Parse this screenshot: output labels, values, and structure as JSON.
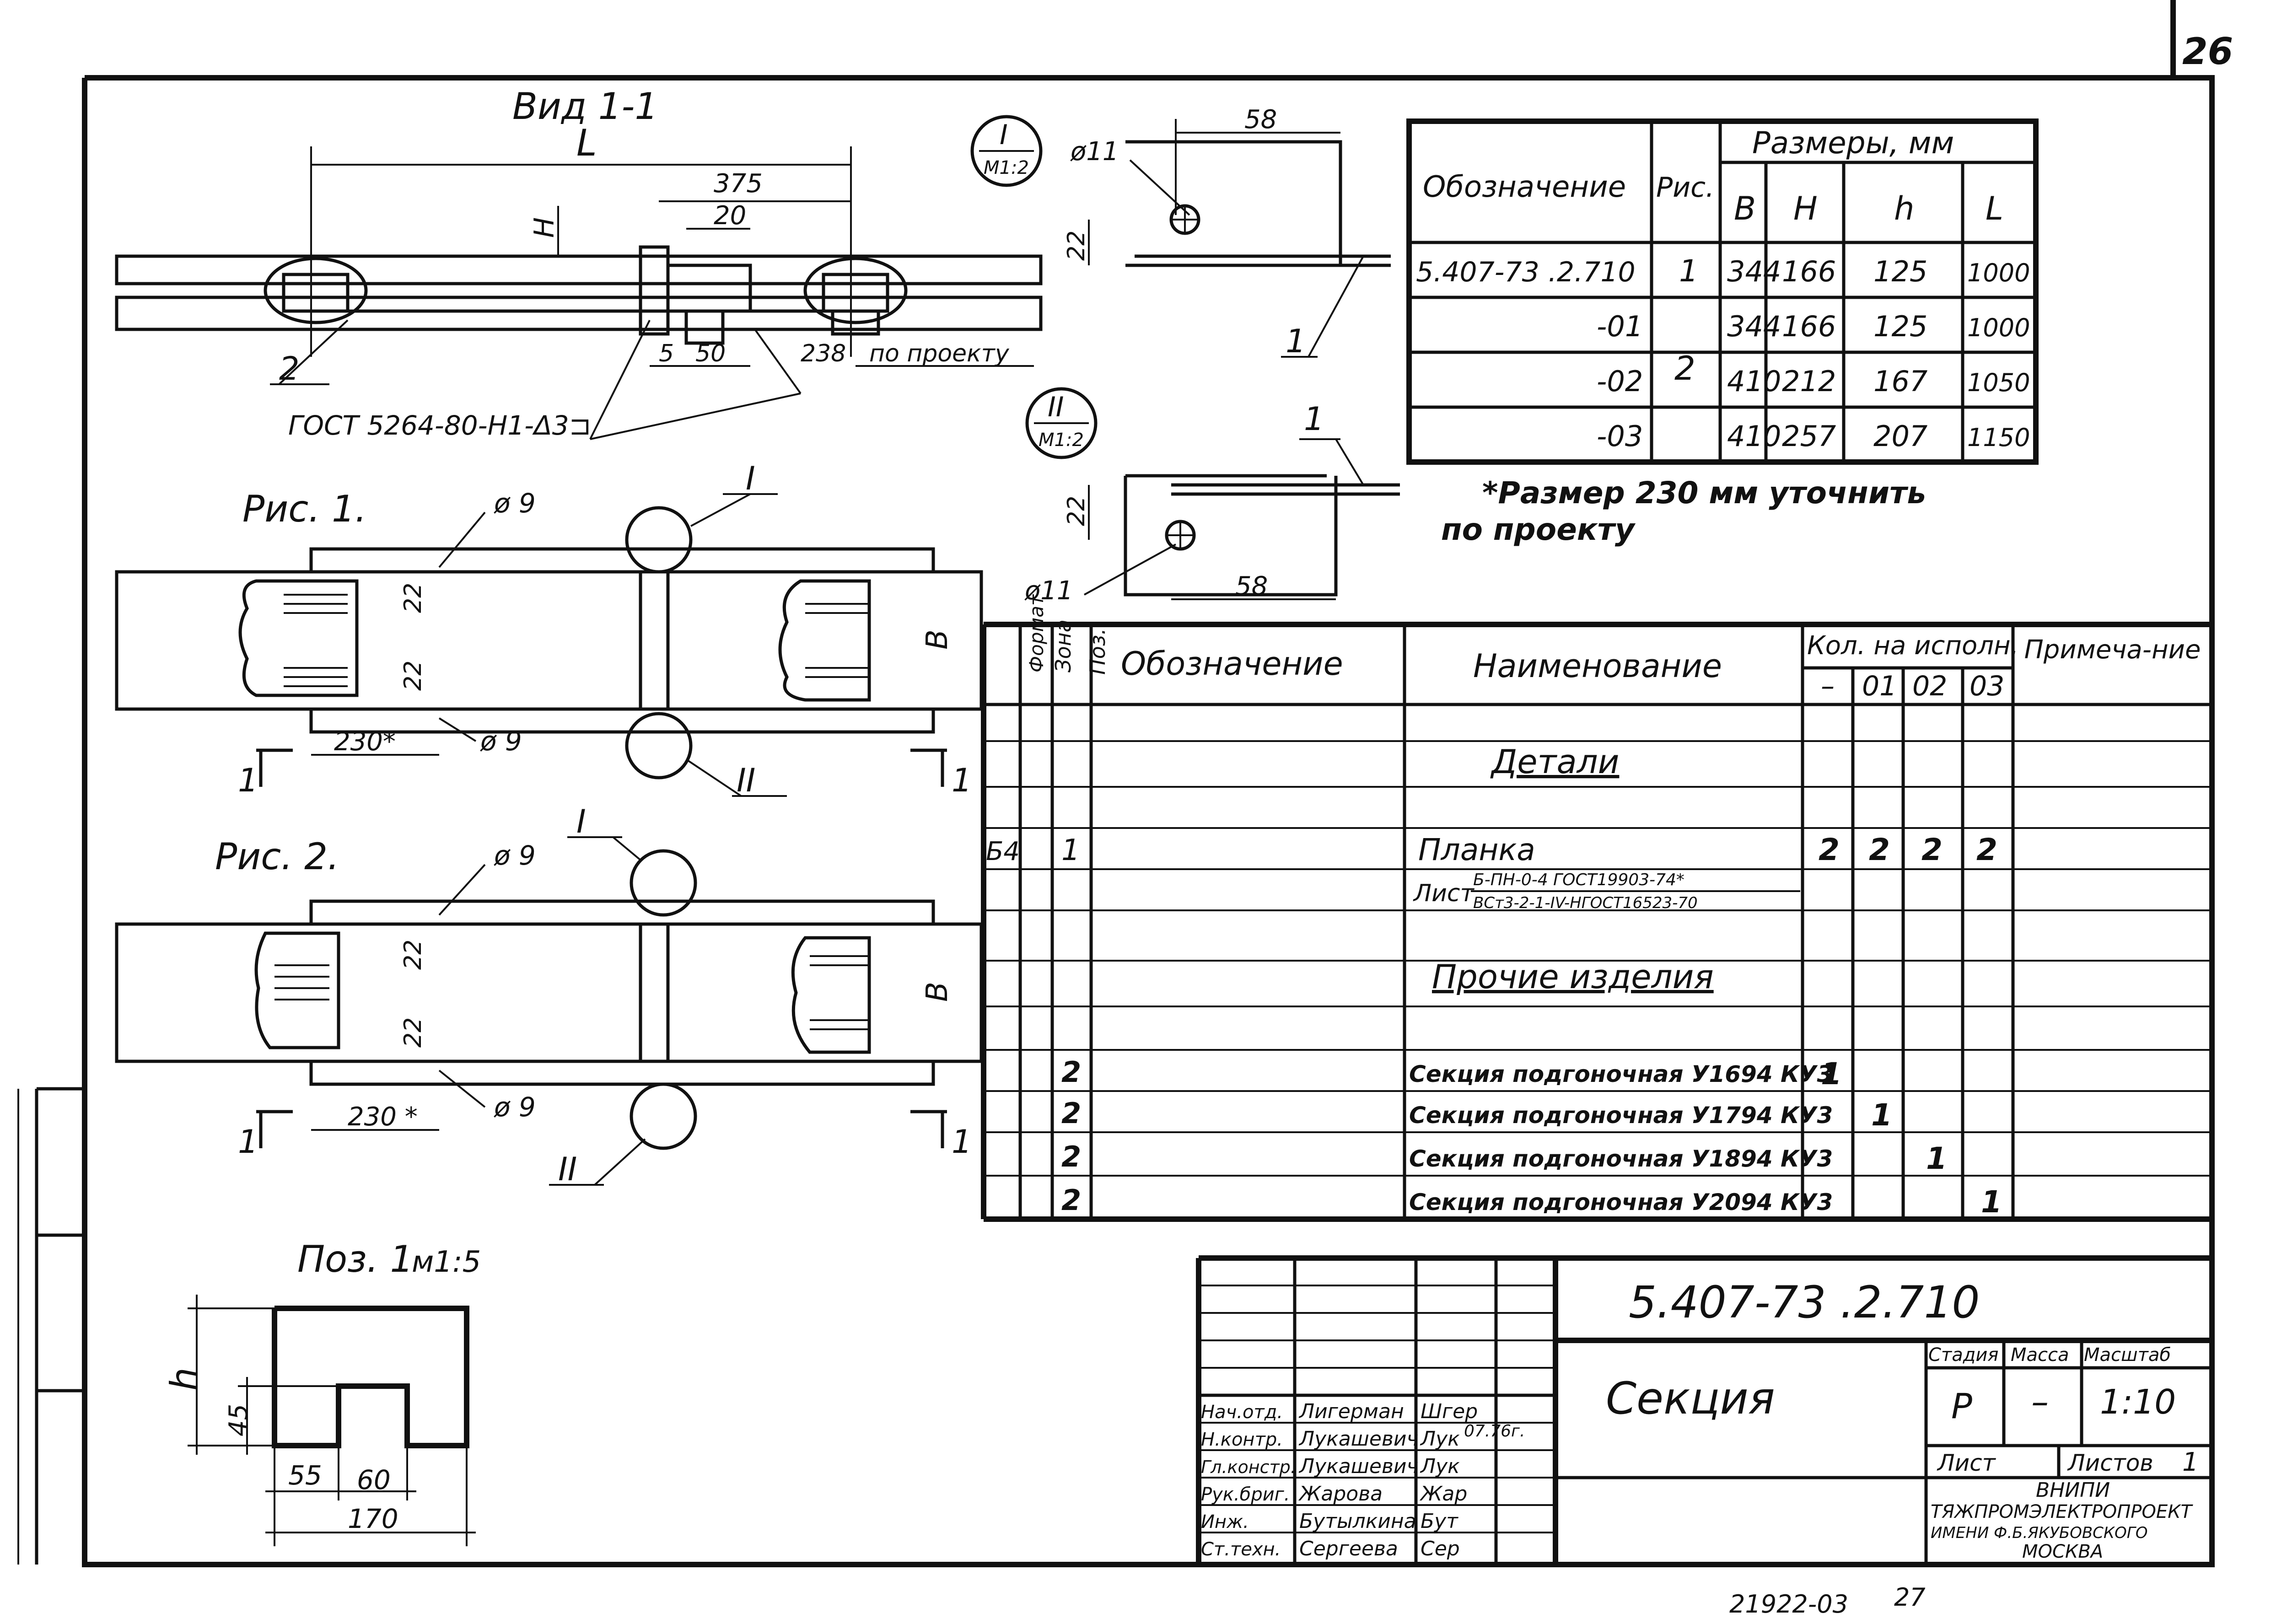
{
  "sheet": {
    "corner_number": "26",
    "bottom_code": "21922-03",
    "bottom_page": "27"
  },
  "views": {
    "view_title": "Вид 1-1",
    "fig1": "Рис. 1.",
    "fig2": "Рис. 2.",
    "pos1": "Поз. 1",
    "pos1_scale": "м1:5",
    "dim_L": "L",
    "dim_H": "H",
    "dim_B": "B",
    "dim_h": "h",
    "dim_375": "375",
    "dim_20": "20",
    "dim_5": "5",
    "dim_50": "50",
    "dim_238": "238",
    "po_proektu": "по проекту",
    "gost_weld": "ГОСТ 5264-80-Н1-Δ3⊐",
    "d9": "ø 9",
    "d11": "ø11",
    "dim_22": "22",
    "dim_230a": "230*",
    "dim_230b": "230 *",
    "dim_58": "58",
    "dim_45": "45",
    "dim_55": "55",
    "dim_60": "60",
    "dim_170": "170",
    "callout_1": "1",
    "callout_2": "2",
    "section_mark": "1",
    "node_I": "I",
    "node_II": "II",
    "node_scale": "М1:2"
  },
  "size_table": {
    "h_designation": "Обозначение",
    "h_fig": "Рис.",
    "h_sizes": "Размеры, мм",
    "h_cols": [
      "B",
      "H",
      "h",
      "L"
    ],
    "rows": [
      {
        "designation": "5.407-73 .2.710",
        "fig": "1",
        "B": "344",
        "H": "166",
        "h": "125",
        "L": "1000"
      },
      {
        "designation": "-01",
        "fig": "2",
        "B": "344",
        "H": "166",
        "h": "125",
        "L": "1000"
      },
      {
        "designation": "-02",
        "fig": "",
        "B": "410",
        "H": "212",
        "h": "167",
        "L": "1050"
      },
      {
        "designation": "-03",
        "fig": "",
        "B": "410",
        "H": "257",
        "h": "207",
        "L": "1150"
      }
    ],
    "note_line1": "*Размер 230 мм уточнить",
    "note_line2": "по проекту"
  },
  "spec": {
    "h_format": "Формат",
    "h_zone": "Зона",
    "h_pos": "Поз.",
    "h_designation": "Обозначение",
    "h_name": "Наименование",
    "h_qty": "Кол. на исполн.",
    "h_qty_cols": [
      "–",
      "01",
      "02",
      "03"
    ],
    "h_note": "Примеча-ние",
    "sec_details": "Детали",
    "row_planka": {
      "format": "Б4",
      "pos": "1",
      "name": "Планка",
      "q": [
        "2",
        "2",
        "2",
        "2"
      ]
    },
    "list_prefix": "Лист",
    "list_top": "Б-ПН-0-4 ГОСТ19903-74*",
    "list_bottom": "ВСт3-2-1-IV-НГОСТ16523-70",
    "sec_other": "Прочие изделия",
    "items": [
      {
        "pos": "2",
        "name": "Секция подгоночная У1694 КУ3",
        "q": [
          "1",
          "",
          "",
          ""
        ]
      },
      {
        "pos": "2",
        "name": "Секция подгоночная У1794 КУ3",
        "q": [
          "",
          "1",
          "",
          ""
        ]
      },
      {
        "pos": "2",
        "name": "Секция подгоночная У1894 КУ3",
        "q": [
          "",
          "",
          "1",
          ""
        ]
      },
      {
        "pos": "2",
        "name": "Секция подгоночная У2094 КУ3",
        "q": [
          "",
          "",
          "",
          "1"
        ]
      }
    ]
  },
  "title_block": {
    "doc_number": "5.407-73 .2.710",
    "doc_name": "Секция",
    "h_stage": "Стадия",
    "h_mass": "Масса",
    "h_scale": "Масштаб",
    "stage": "Р",
    "mass": "–",
    "scale": "1:10",
    "sheet_label": "Лист",
    "sheets_label": "Листов",
    "sheets_count": "1",
    "org1": "ВНИПИ",
    "org2": "ТЯЖПРОМЭЛЕКТРОПРОЕКТ",
    "org3": "ИМЕНИ Ф.Б.ЯКУБОВСКОГО",
    "org4": "МОСКВА",
    "sig_date": "07.76г.",
    "people": [
      {
        "role": "Нач.отд.",
        "name": "Лигерман",
        "sign": "Шгер"
      },
      {
        "role": "Н.контр.",
        "name": "Лукашевич",
        "sign": "Лук"
      },
      {
        "role": "Гл.констр.",
        "name": "Лукашевич",
        "sign": "Лук"
      },
      {
        "role": "Рук.бриг.",
        "name": "Жарова",
        "sign": "Жар"
      },
      {
        "role": "Инж.",
        "name": "Бутылкина",
        "sign": "Бут"
      },
      {
        "role": "Ст.техн.",
        "name": "Сергеева",
        "sign": "Сер"
      }
    ]
  }
}
